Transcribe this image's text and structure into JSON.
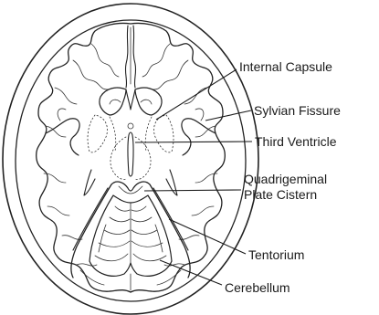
{
  "labels": {
    "internal_capsule": "Internal Capsule",
    "sylvian_fissure": "Sylvian Fissure",
    "third_ventricle": "Third Ventricle",
    "quadrigeminal_line1": "Quadrigeminal",
    "quadrigeminal_line2": "Plate Cistern",
    "tentorium": "Tentorium",
    "cerebellum": "Cerebellum"
  },
  "colors": {
    "ink": "#1a1a1a",
    "background": "#ffffff"
  }
}
